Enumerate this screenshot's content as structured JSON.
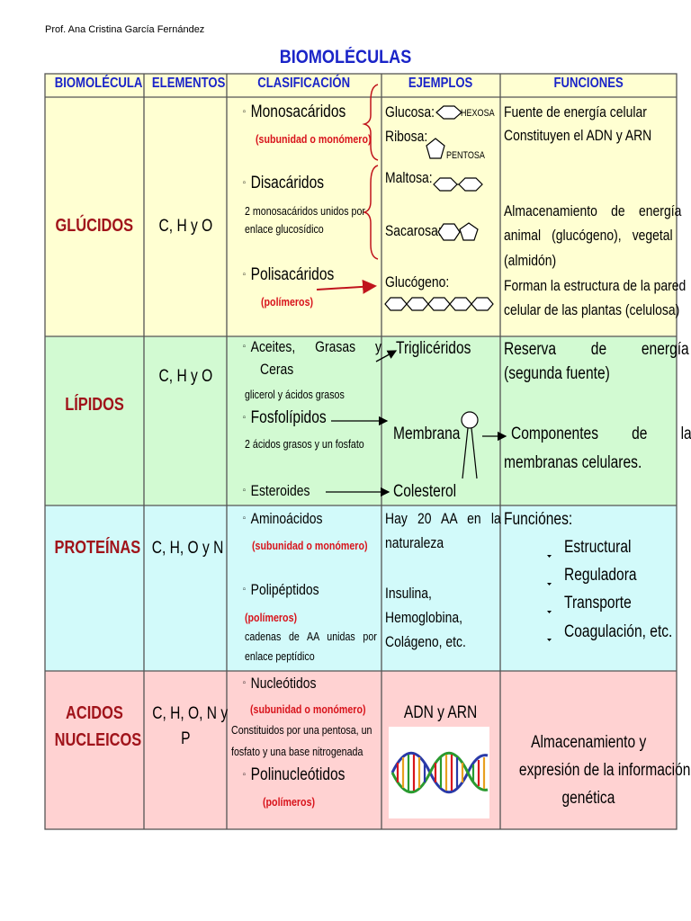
{
  "author": "Prof. Ana Cristina García Fernández",
  "title": "BIOMOLÉCULAS",
  "headers": [
    "BIOMOLÉCULA",
    "ELEMENTOS",
    "CLASIFICACIÓN",
    "EJEMPLOS",
    "FUNCIONES"
  ],
  "colors": {
    "header_text": "#1a24c8",
    "glucidos_bg": "#ffffd2",
    "lipidos_bg": "#d2fad2",
    "proteinas_bg": "#d2fafa",
    "acidos_bg": "#ffd2d2",
    "red_text": "#d8141c",
    "dark_red": "#a0131a",
    "border": "#555555"
  },
  "glucidos": {
    "name": "GLÚCIDOS",
    "elements": "C, H y O",
    "c1": "Monosacáridos",
    "c1_note": "(subunidad o monómero)",
    "c2": "Disacáridos",
    "c2_desc1": "2 monosacáridos unidos por",
    "c2_desc2": "enlace glucosídico",
    "c3": "Polisacáridos",
    "c3_note": "(polímeros)",
    "e1": "Glucosa:",
    "e1_tag": "HEXOSA",
    "e2": "Ribosa:",
    "e2_tag": "PENTOSA",
    "e3": "Maltosa:",
    "e4": "Sacarosa:",
    "e5": "Glucógeno:",
    "f1": "Fuente de energía celular",
    "f2": "Constituyen el ADN y ARN",
    "f3a": "Almacenamiento de energía",
    "f3b": "animal (glucógeno), vegetal",
    "f3c": "(almidón)",
    "f4a": "Forman la estructura de la pared",
    "f4b": "celular de las plantas (celulosa)"
  },
  "lipidos": {
    "name": "LÍPIDOS",
    "elements": "C, H y O",
    "c1a": "Aceites, Grasas y",
    "c1b": "Ceras",
    "c1_desc": "glicerol y ácidos grasos",
    "c2": "Fosfolípidos",
    "c2_desc": "2 ácidos grasos y un fosfato",
    "c3": "Esteroides",
    "e1": "Triglicéridos",
    "e2": "Membrana",
    "e3": "Colesterol",
    "f1a": "Reserva de energía",
    "f1b": "(segunda fuente)",
    "f2a": "Componentes de las",
    "f2b": "membranas celulares."
  },
  "proteinas": {
    "name": "PROTEÍNAS",
    "elements": "C, H, O y N",
    "c1": "Aminoácidos",
    "c1_note": "(subunidad o monómero)",
    "c2": "Polipéptidos",
    "c2_note": "(polímeros)",
    "c2_desc1": "cadenas de AA unidas por",
    "c2_desc2": "enlace peptídico",
    "e1a": "Hay 20 AA en la",
    "e1b": "naturaleza",
    "e2": "Insulina,",
    "e3": "Hemoglobina,",
    "e4": "Colágeno, etc.",
    "f_title": "Funciónes:",
    "f_items": [
      "Estructural",
      "Reguladora",
      "Transporte",
      "Coagulación, etc."
    ]
  },
  "acidos": {
    "name1": "ACIDOS",
    "name2": "NUCLEICOS",
    "elements1": "C, H, O, N y",
    "elements2": "P",
    "c1": "Nucleótidos",
    "c1_note": "(subunidad o monómero)",
    "c1_desc1": "Constituidos por una pentosa, un",
    "c1_desc2": "fosfato y una base nitrogenada",
    "c2": "Polinucleótidos",
    "c2_note": "(polímeros)",
    "e1": "ADN y ARN",
    "f1": "Almacenamiento y",
    "f2": "expresión de la información",
    "f3": "genética"
  }
}
